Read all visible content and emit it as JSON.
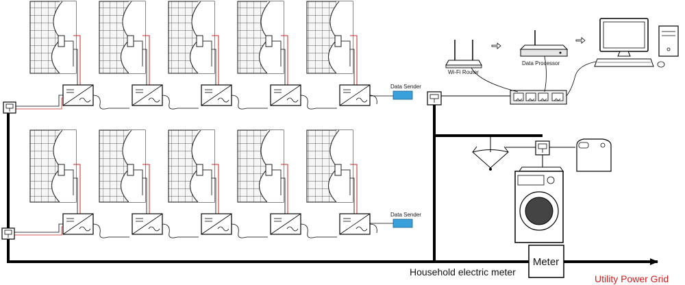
{
  "labels": {
    "data_sender": "Data Sender",
    "wifi_router": "Wi-Fi Router",
    "data_processor": "Data Processor",
    "meter": "Meter",
    "household_meter": "Household electric meter",
    "utility_grid": "Utility Power Grid"
  },
  "colors": {
    "line": "#000000",
    "red_wire": "#cc2222",
    "data_sender_fill": "#3aa0dc",
    "utility_text": "#d81c1c",
    "panel_stroke": "#444444",
    "panel_fill": "#f4f4f4"
  },
  "layout": {
    "rows": 2,
    "panels_per_row": 5
  }
}
